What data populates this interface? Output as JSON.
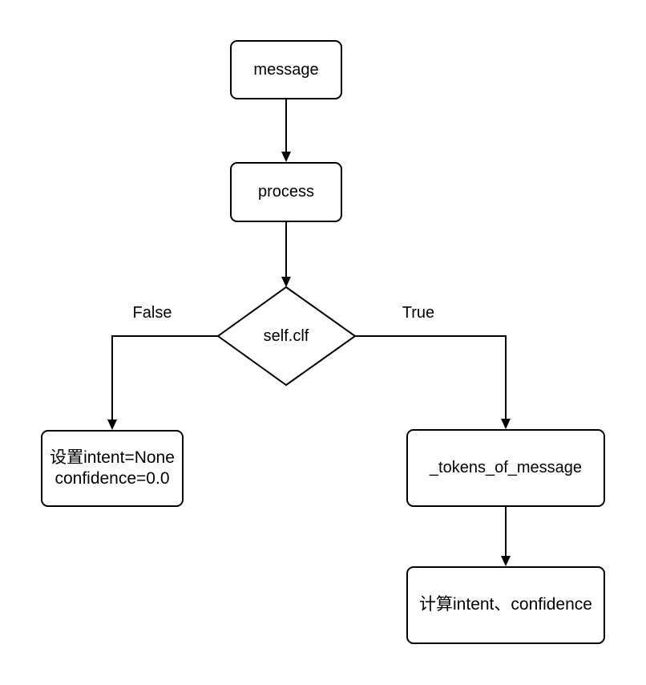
{
  "diagram": {
    "title": "classifier message processing flowchart",
    "colors": {
      "stroke": "#000000",
      "node_fill": "#ffffff",
      "background": "#ffffff"
    },
    "nodes": {
      "message": {
        "label": "message",
        "shape": "rounded-rect"
      },
      "process": {
        "label": "process",
        "shape": "rounded-rect"
      },
      "decision": {
        "label": "self.clf",
        "shape": "diamond"
      },
      "set_intent": {
        "line1": "设置intent=None",
        "line2": "confidence=0.0",
        "shape": "rounded-rect"
      },
      "tokens": {
        "label": "_tokens_of_message",
        "shape": "rounded-rect"
      },
      "compute": {
        "label": "计算intent、confidence",
        "shape": "rounded-rect"
      }
    },
    "edges": [
      {
        "from": "message",
        "to": "process",
        "label": ""
      },
      {
        "from": "process",
        "to": "decision",
        "label": ""
      },
      {
        "from": "decision",
        "to": "set_intent",
        "label": "False"
      },
      {
        "from": "decision",
        "to": "tokens",
        "label": "True"
      },
      {
        "from": "tokens",
        "to": "compute",
        "label": ""
      }
    ],
    "edge_labels": {
      "false": "False",
      "true": "True"
    }
  }
}
